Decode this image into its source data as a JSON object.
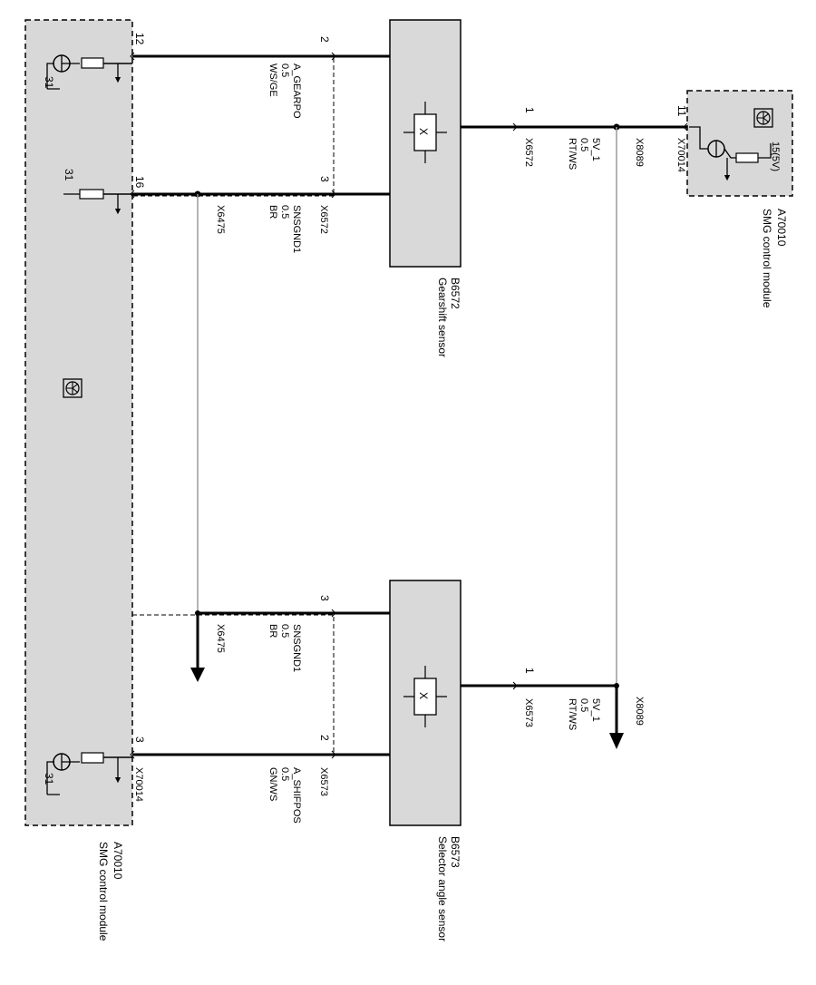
{
  "modules": {
    "left_module": {
      "code": "A70010",
      "name": "SMG  control module",
      "ground_pin": "31",
      "connector": "X70014"
    },
    "right_module": {
      "code": "A70010",
      "name": "SMG  control module",
      "connector": "X70014",
      "supply": "15(5V)",
      "pin": "11"
    }
  },
  "sensors": {
    "gearshift": {
      "code": "B6572",
      "name": "Gearshift sensor",
      "connector": "X6572"
    },
    "selector": {
      "code": "B6573",
      "name": "Selector angle sensor",
      "connector": "X6573"
    }
  },
  "pins": {
    "left_12": "12",
    "left_16": "16",
    "left_3": "3",
    "gs_2": "2",
    "gs_3": "3",
    "gs_1": "1",
    "sel_3": "3",
    "sel_2": "2",
    "sel_1": "1",
    "ground_a": "31",
    "ground_b": "31",
    "ground_c": "31"
  },
  "wires": {
    "gearpo": {
      "signal": "A_GEARPO",
      "size": "0.5",
      "color": "WS/GE",
      "connector": "X6572"
    },
    "snsgnd_top": {
      "signal": "SNSGND1",
      "size": "0.5",
      "color": "BR",
      "connector": "X6572",
      "splice": "X6475"
    },
    "supply_top": {
      "signal": "5V_1",
      "size": "0.5",
      "color": "RT/WS",
      "connector": "X6572",
      "splice": "X8089"
    },
    "snsgnd_bottom": {
      "signal": "SNSGND1",
      "size": "0.5",
      "color": "BR",
      "splice": "X6475"
    },
    "shifpos": {
      "signal": "A_SHIFPOS",
      "size": "0.5",
      "color": "GN/WS",
      "connector": "X6573",
      "left_connector": "X70014"
    },
    "supply_bottom": {
      "signal": "5V_1",
      "size": "0.5",
      "color": "RT/WS",
      "connector": "X6573",
      "splice": "X8089"
    }
  },
  "symbols": {
    "sensor_mark": "X"
  },
  "colors": {
    "module_fill": "#d8d8d8",
    "sensor_fill": "#d9d9d9",
    "line": "#000000",
    "thin_line": "#9a9a9a"
  }
}
